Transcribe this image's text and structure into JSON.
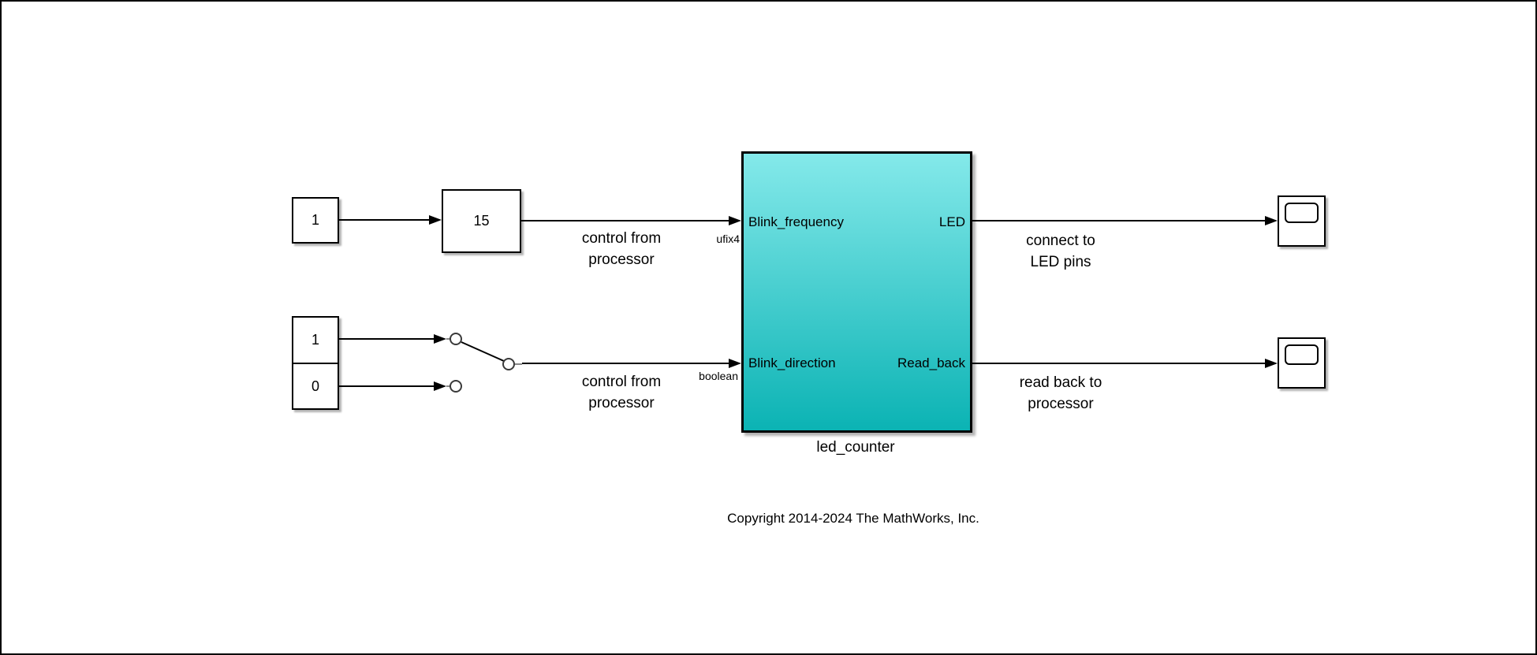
{
  "colors": {
    "background": "#FFFFFF",
    "line": "#000000",
    "subsystem_gradient_top": "#84E9EA",
    "subsystem_gradient_bottom": "#0BB3B4"
  },
  "blocks": {
    "constant_blink_freq": {
      "value": "1"
    },
    "constant_fifteen": {
      "value": "15"
    },
    "constant_one": {
      "value": "1"
    },
    "constant_zero": {
      "value": "0"
    },
    "subsystem": {
      "name": "led_counter",
      "inport1": "Blink_frequency",
      "inport2": "Blink_direction",
      "outport1": "LED",
      "outport2": "Read_back"
    }
  },
  "signal_labels": {
    "upper_datatype": "ufix4",
    "lower_datatype": "boolean"
  },
  "annotations": {
    "control_upper": "control from\nprocessor",
    "control_lower": "control from\nprocessor",
    "connect": "connect to\nLED pins",
    "readback": "read back to\nprocessor",
    "copyright": "Copyright 2014-2024 The MathWorks, Inc."
  }
}
